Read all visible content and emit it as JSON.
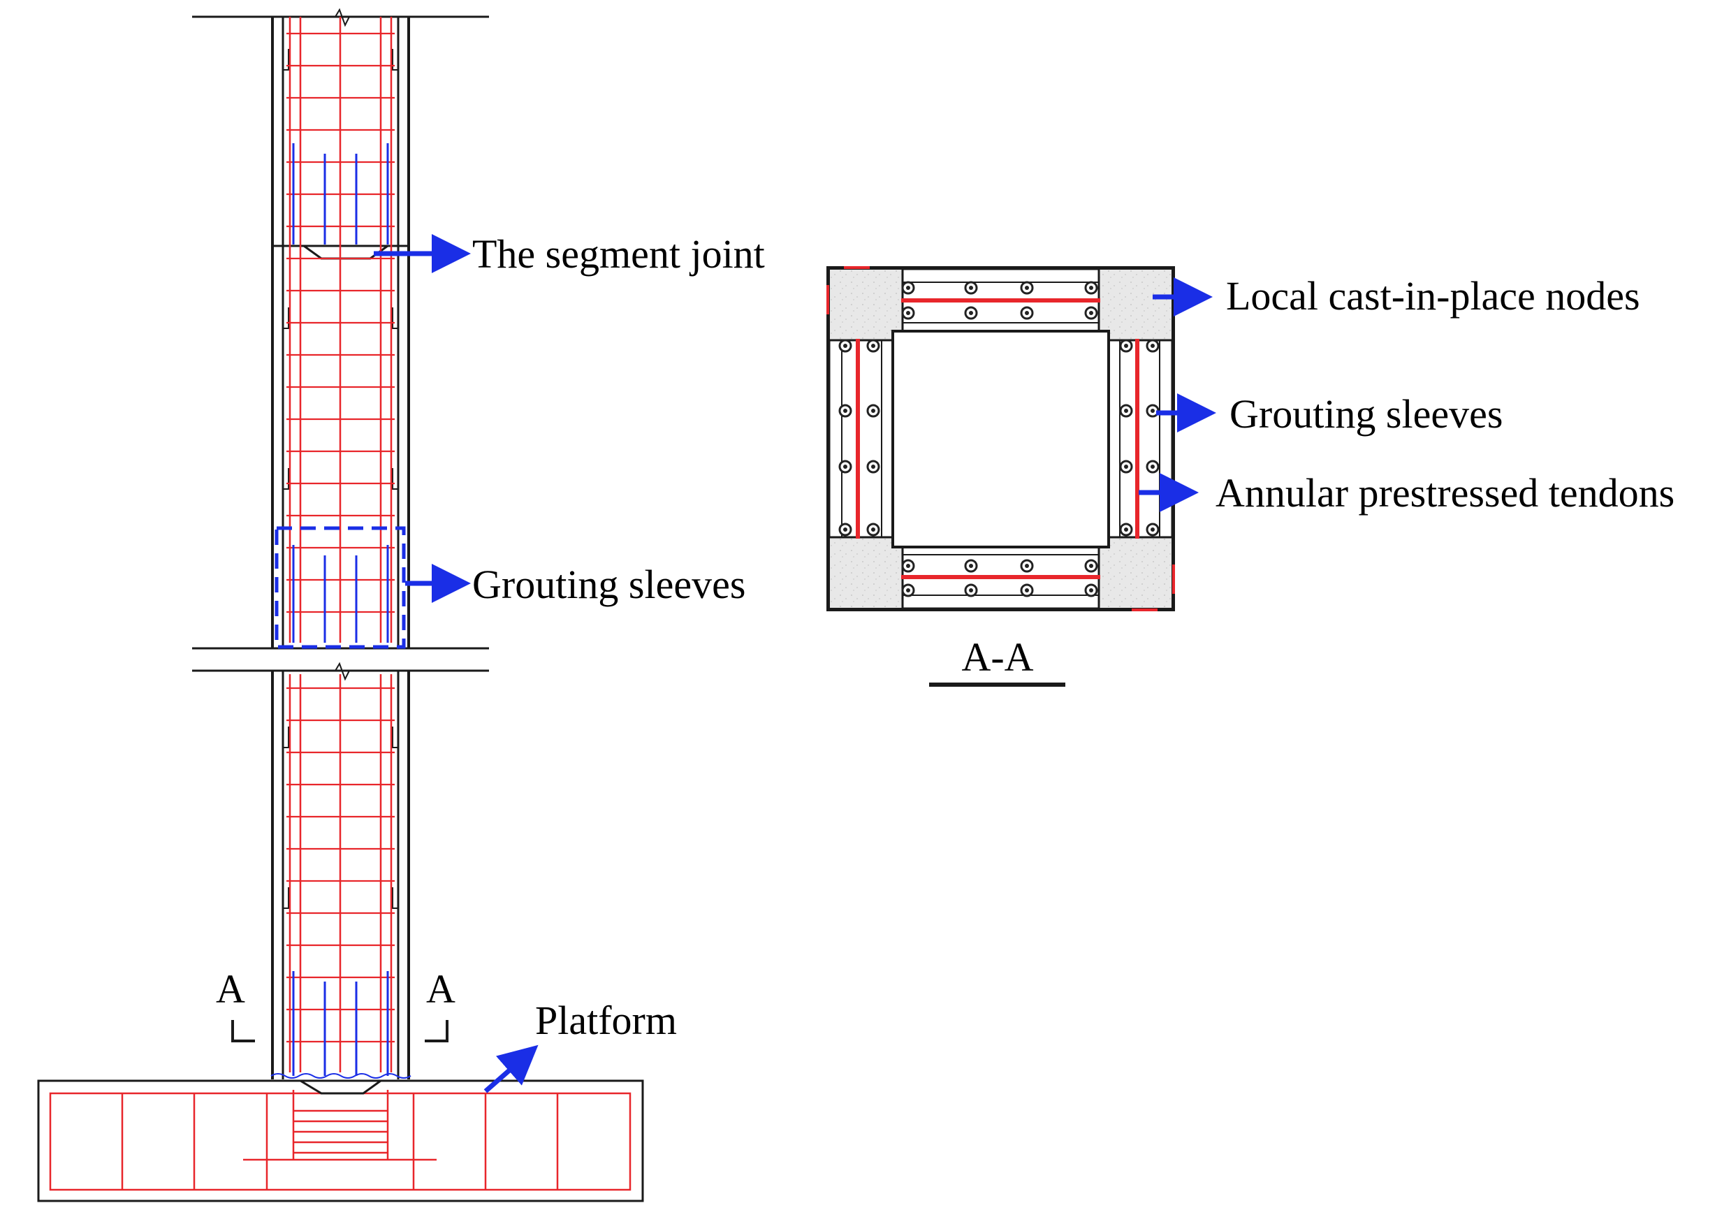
{
  "labels": {
    "segment_joint": "The segment joint",
    "grouting_sleeves_left": "Grouting sleeves",
    "platform": "Platform",
    "section_mark_left": "A",
    "section_mark_right": "A",
    "local_cast_nodes": "Local cast-in-place nodes",
    "grouting_sleeves_right": "Grouting sleeves",
    "annular_tendons": "Annular prestressed tendons",
    "section_title": "A-A"
  },
  "colors": {
    "outline": "#1a1a1a",
    "rebar": "#e8262b",
    "annotation": "#1a2ee6",
    "node_fill": "#e6e6e6"
  }
}
